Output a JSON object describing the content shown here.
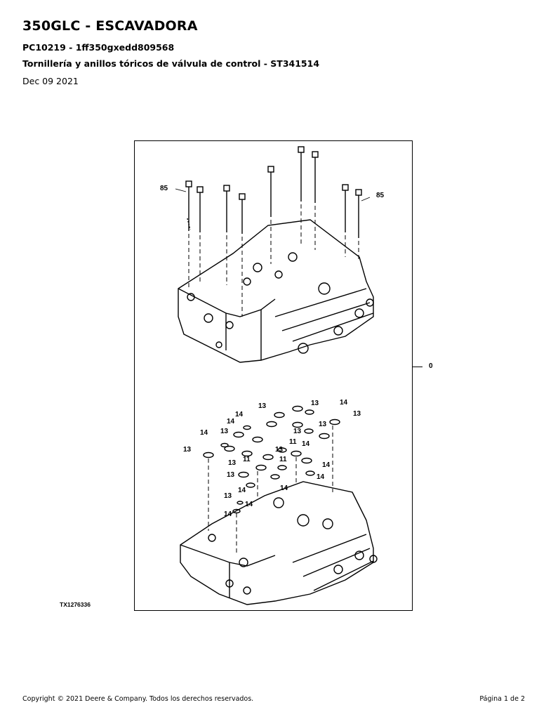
{
  "header": {
    "title": "350GLC - ESCAVADORA",
    "model_ref": "PC10219 - 1ff350gxedd809568",
    "section": "Tornillería y anillos tóricos de válvula de control - ST341514",
    "date": "Dec 09 2021"
  },
  "figure": {
    "id": "TX1276336",
    "reference_label": "0",
    "callouts": [
      "85",
      "85",
      "13",
      "14",
      "13",
      "13",
      "14",
      "14",
      "13",
      "13",
      "14",
      "13",
      "13",
      "11",
      "14",
      "13",
      "11",
      "11",
      "14",
      "13",
      "14",
      "13",
      "14",
      "14",
      "14",
      "13",
      "14"
    ]
  },
  "footer": {
    "copyright": "Copyright © 2021 Deere & Company. Todos los derechos reservados.",
    "page": "Página 1 de 2"
  }
}
